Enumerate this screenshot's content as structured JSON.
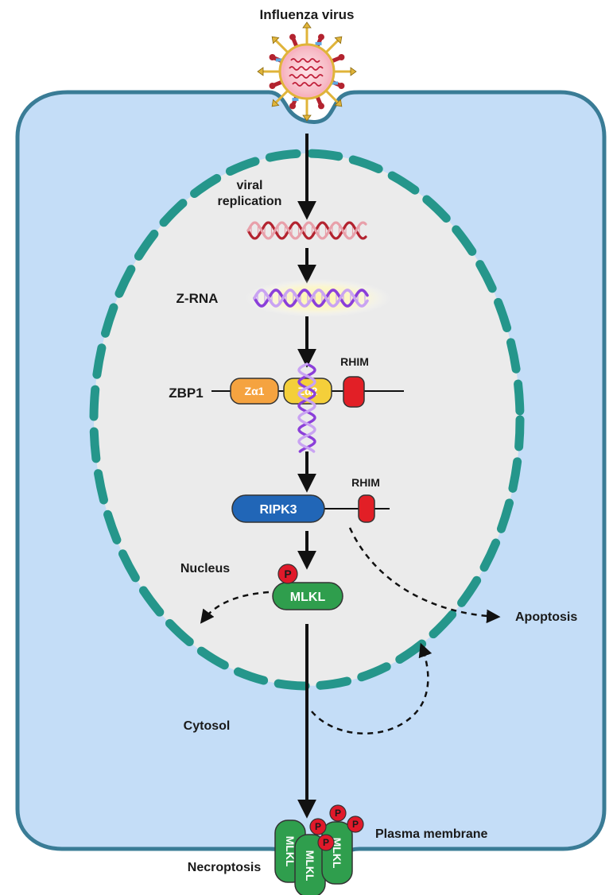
{
  "labels": {
    "virus": "Influenza virus",
    "replication_line1": "viral",
    "replication_line2": "replication",
    "zrna": "Z-RNA",
    "zbp1": "ZBP1",
    "rhim_zbp1": "RHIM",
    "za1": "Zα1",
    "za2": "Zα2",
    "ripk3": "RIPK3",
    "rhim_ripk3": "RHIM",
    "nucleus": "Nucleus",
    "p_badge": "P",
    "mlkl": "MLKL",
    "apoptosis": "Apoptosis",
    "cytosol": "Cytosol",
    "plasma_membrane": "Plasma membrane",
    "necroptosis": "Necroptosis",
    "mlkl_rot_1": "MLKL",
    "mlkl_rot_2": "MLKL",
    "mlkl_rot_3": "MLKL",
    "p_mem_1": "P",
    "p_mem_2": "P",
    "p_mem_3": "P",
    "p_mem_4": "P"
  },
  "colors": {
    "cell_fill": "#c4ddf7",
    "cell_stroke": "#3a7c96",
    "nucleus_fill": "#ebebeb",
    "nucleus_dash": "#25968b",
    "za1": "#f5a340",
    "za2": "#f4cf3a",
    "rhim": "#e21f26",
    "ripk3": "#2166b7",
    "mlkl": "#2f9e4d",
    "phospho": "#e0192a",
    "dsrna": "#b3232f",
    "zrna": "#8b3fd9",
    "virus_spike_red": "#b3232f",
    "virus_spike_gold": "#e0b43a"
  }
}
